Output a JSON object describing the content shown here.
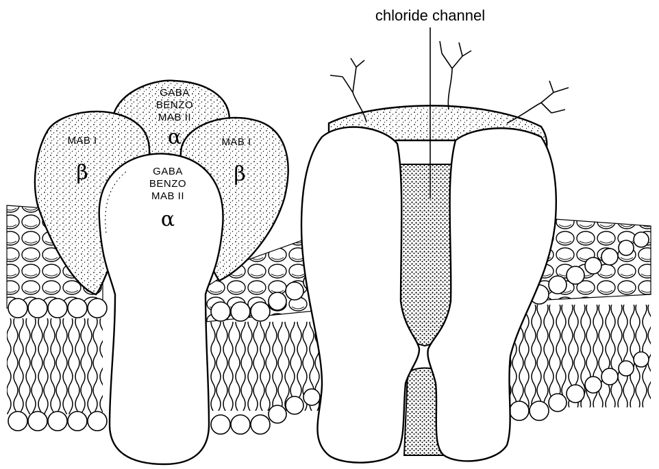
{
  "labels": {
    "channel": "chloride channel",
    "alpha_back": {
      "line1": "GABA",
      "line2": "BENZO",
      "line3": "MAB II",
      "greek": "α"
    },
    "alpha_front": {
      "line1": "GABA",
      "line2": "BENZO",
      "line3": "MAB II",
      "greek": "α"
    },
    "beta_left": {
      "line1": "MAB I",
      "greek": "β"
    },
    "beta_right": {
      "line1": "MAB I",
      "greek": "β"
    }
  },
  "colors": {
    "ink": "#000000",
    "paper": "#ffffff"
  }
}
